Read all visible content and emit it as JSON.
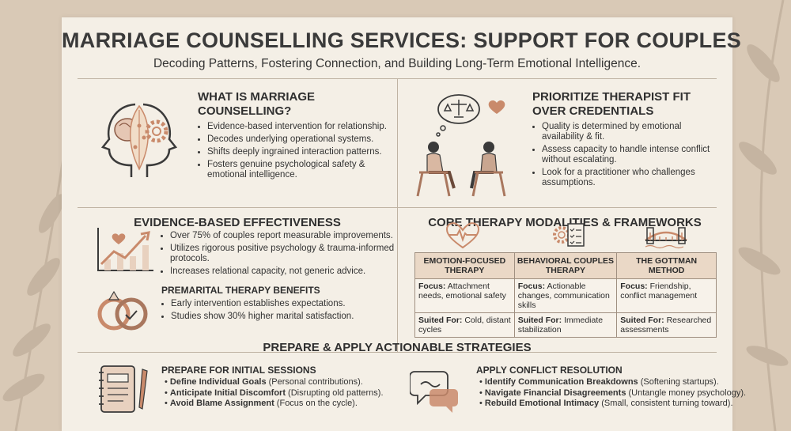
{
  "header": {
    "title": "MARRIAGE COUNSELLING SERVICES: SUPPORT FOR COUPLES",
    "subtitle": "Decoding Patterns, Fostering Connection, and Building Long-Term Emotional Intelligence."
  },
  "what_is": {
    "heading_line1": "WHAT IS MARRIAGE",
    "heading_line2": "COUNSELLING?",
    "bullets": [
      "Evidence-based intervention for relationship.",
      "Decodes underlying operational systems.",
      "Shifts deeply ingrained interaction patterns.",
      "Fosters genuine psychological safety & emotional intelligence."
    ]
  },
  "therapist_fit": {
    "heading_line1": "PRIORITIZE THERAPIST FIT",
    "heading_line2": "OVER CREDENTIALS",
    "bullets": [
      "Quality is determined by emotional availability & fit.",
      "Assess capacity to handle intense conflict without escalating.",
      "Look for a practitioner who challenges assumptions."
    ]
  },
  "evidence": {
    "heading": "EVIDENCE-BASED EFFECTIVENESS",
    "bullets": [
      "Over 75% of couples report measurable improvements.",
      "Utilizes rigorous positive psychology & trauma-informed protocols.",
      "Increases relational capacity, not generic advice."
    ]
  },
  "premarital": {
    "heading": "PREMARITAL THERAPY BENEFITS",
    "bullets": [
      "Early intervention establishes expectations.",
      "Studies show 30% higher marital satisfaction."
    ]
  },
  "modalities": {
    "heading": "CORE THERAPY MODALITIES & FRAMEWORKS",
    "focus_label": "Focus:",
    "suited_label": "Suited For:",
    "columns": [
      {
        "header": "EMOTION-FOCUSED THERAPY",
        "focus": "Attachment needs, emotional safety",
        "suited": "Cold, distant cycles"
      },
      {
        "header": "BEHAVIORAL COUPLES THERAPY",
        "focus": "Actionable changes, communication skills",
        "suited": "Immediate stabilization"
      },
      {
        "header": "THE GOTTMAN METHOD",
        "focus": "Friendship, conflict management",
        "suited": "Researched assessments"
      }
    ]
  },
  "strategies": {
    "heading": "PREPARE & APPLY ACTIONABLE STRATEGIES",
    "prepare": {
      "heading": "PREPARE FOR INITIAL SESSIONS",
      "items": [
        {
          "bold": "Define Individual Goals",
          "rest": " (Personal contributions)."
        },
        {
          "bold": "Anticipate Initial Discomfort",
          "rest": " (Disrupting old patterns)."
        },
        {
          "bold": "Avoid Blame Assignment",
          "rest": " (Focus on the cycle)."
        }
      ]
    },
    "apply": {
      "heading": "APPLY CONFLICT RESOLUTION",
      "items": [
        {
          "bold": "Identify Communication Breakdowns",
          "rest": " (Softening startups)."
        },
        {
          "bold": "Navigate Financial Disagreements",
          "rest": " (Untangle money psychology)."
        },
        {
          "bold": "Rebuild Emotional Intimacy",
          "rest": " (Small, consistent turning toward)."
        }
      ]
    }
  },
  "colors": {
    "background": "#d9c9b6",
    "card": "#f4efe6",
    "accent": "#c98a6b",
    "heading": "#2f2f2f",
    "table_header": "#ead8c6"
  }
}
